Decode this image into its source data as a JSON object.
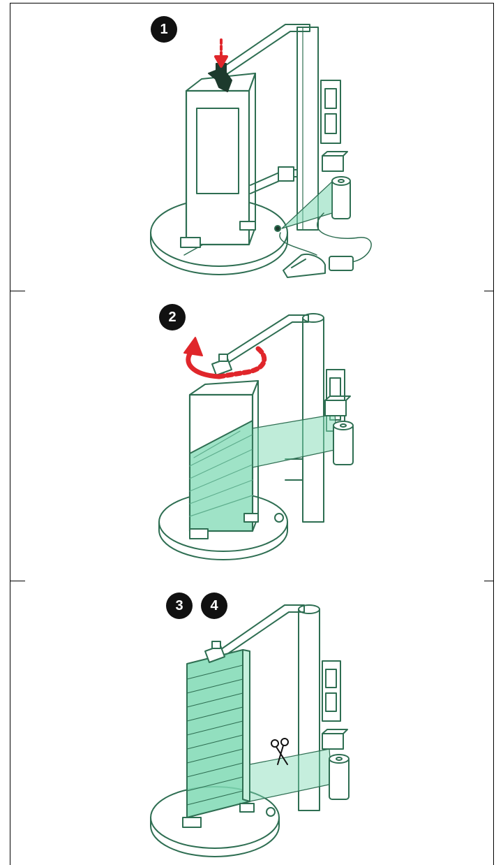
{
  "colors": {
    "outline": "#2e6e52",
    "film": "#7fd9b4",
    "film_light": "#c6f0dd",
    "arrow": "#e0262b",
    "badge": "#111111",
    "background": "#ffffff"
  },
  "steps": [
    {
      "badges": [
        "1"
      ],
      "action_icon": "clamp-icon",
      "action": "attach-film"
    },
    {
      "badges": [
        "2"
      ],
      "action_icon": "rotate-arrow-icon",
      "action": "rotate-wrap"
    },
    {
      "badges": [
        "3",
        "4"
      ],
      "action_icon": "scissors-icon",
      "action": "cut-film"
    }
  ]
}
